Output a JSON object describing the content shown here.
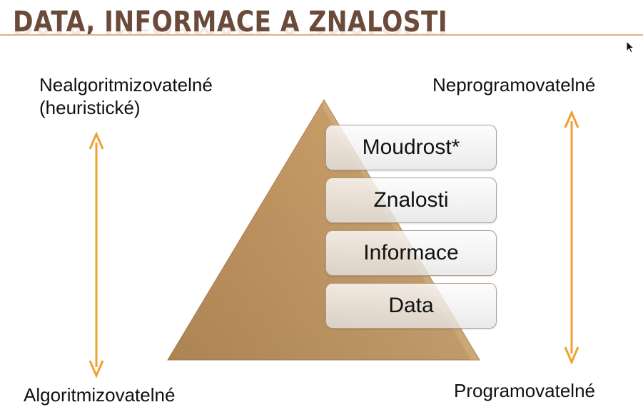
{
  "slide": {
    "title": "DATA, INFORMACE A ZNALOSTI"
  },
  "left_scale": {
    "top_label_line1": "Nealgoritmizovatelné",
    "top_label_line2": "(heuristické)",
    "bottom_label": "Algoritmizovatelné",
    "arrow_icon": "double-headed-arrow"
  },
  "right_scale": {
    "top_label": "Neprogramovatelné",
    "bottom_label": "Programovatelné",
    "arrow_icon": "double-headed-arrow"
  },
  "pyramid": {
    "levels": [
      {
        "label": "Moudrost*"
      },
      {
        "label": "Znalosti"
      },
      {
        "label": "Informace"
      },
      {
        "label": "Data"
      }
    ]
  },
  "colors": {
    "title": "#6b4a3a",
    "title_rule": "#e2b07b",
    "pyramid_fill": "#c49a65",
    "arrow": "#f0a030",
    "level_box": "#f0f0f0",
    "text": "#111111"
  }
}
